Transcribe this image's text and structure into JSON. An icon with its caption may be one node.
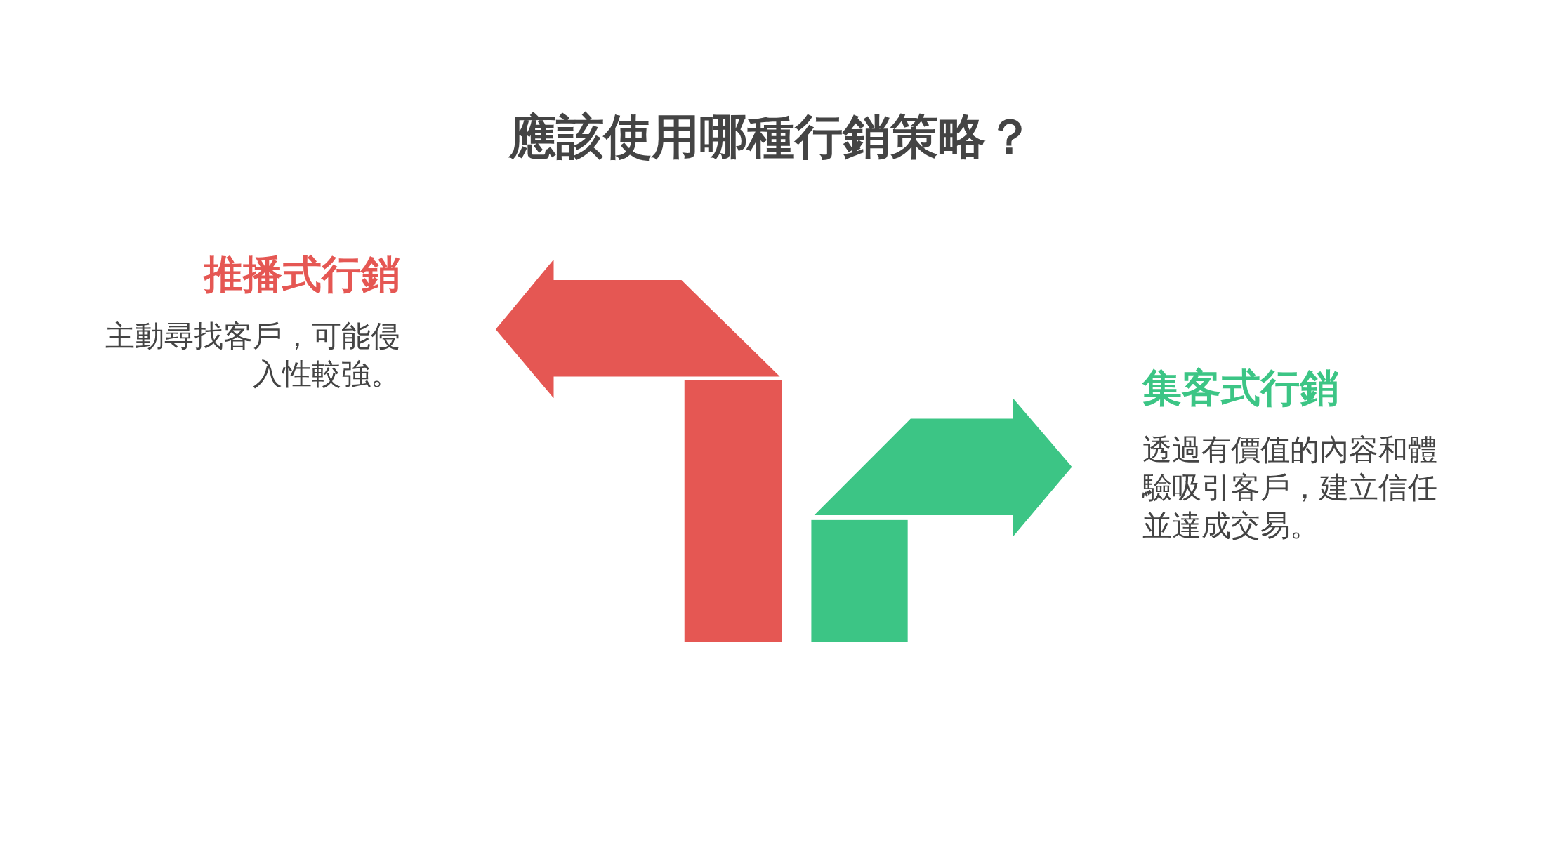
{
  "diagram": {
    "title": "應該使用哪種行銷策略？",
    "nodes": [
      {
        "text": [
          "推播式行銷",
          "主動尋找客戶，可能侵入性較強。"
        ]
      },
      {
        "text": [
          "集客式行銷",
          "透過有價值的內容和體驗吸引客戶，建立信任並達成交易。"
        ]
      }
    ]
  }
}
